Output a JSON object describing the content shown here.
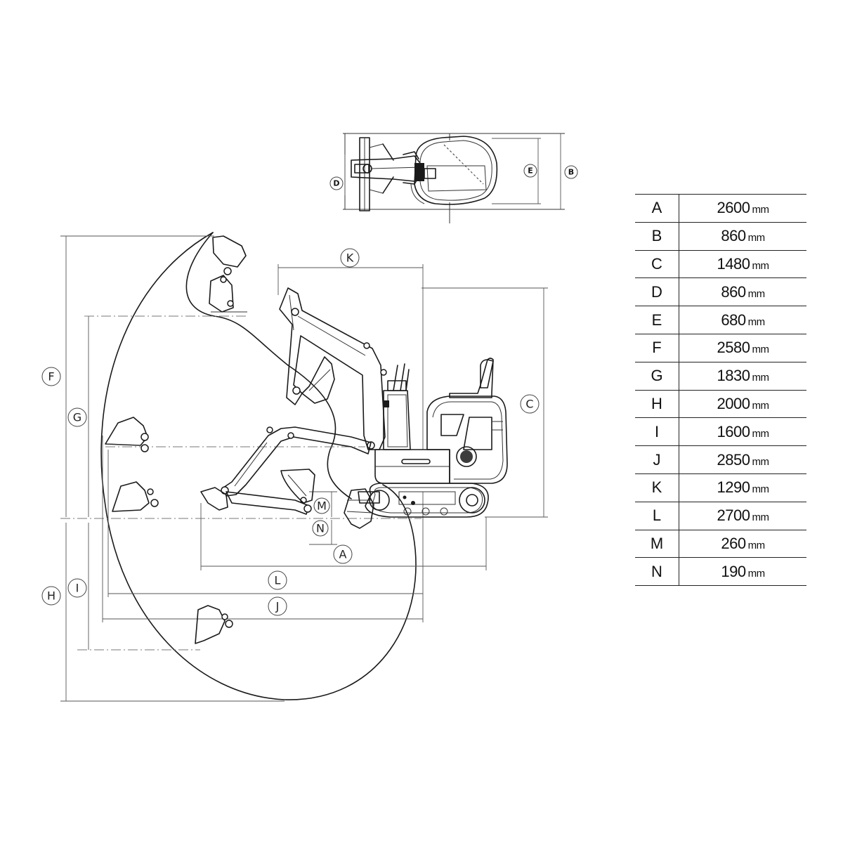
{
  "diagram": {
    "labels": {
      "A": "A",
      "B": "B",
      "C": "C",
      "D": "D",
      "E": "E",
      "F": "F",
      "G": "G",
      "H": "H",
      "I": "I",
      "J": "J",
      "K": "K",
      "L": "L",
      "M": "M",
      "N": "N"
    }
  },
  "spec_table": {
    "unit": "mm",
    "rows": [
      {
        "key": "A",
        "value": "2600"
      },
      {
        "key": "B",
        "value": "860"
      },
      {
        "key": "C",
        "value": "1480"
      },
      {
        "key": "D",
        "value": "860"
      },
      {
        "key": "E",
        "value": "680"
      },
      {
        "key": "F",
        "value": "2580"
      },
      {
        "key": "G",
        "value": "1830"
      },
      {
        "key": "H",
        "value": "2000"
      },
      {
        "key": "I",
        "value": "1600"
      },
      {
        "key": "J",
        "value": "2850"
      },
      {
        "key": "K",
        "value": "1290"
      },
      {
        "key": "L",
        "value": "2700"
      },
      {
        "key": "M",
        "value": "260"
      },
      {
        "key": "N",
        "value": "190"
      }
    ]
  }
}
